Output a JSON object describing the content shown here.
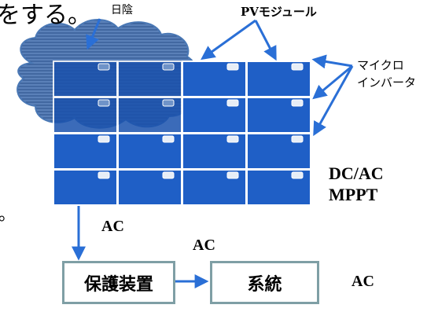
{
  "fragment_top": "をする。",
  "fragment_left": "。",
  "labels": {
    "shade": "日陰",
    "pv_module": "PVモジュール",
    "micro_inverter": [
      "マイクロ",
      "インバータ"
    ],
    "dcac": "DC/AC",
    "mppt": "MPPT",
    "ac_1": "AC",
    "ac_2": "AC",
    "ac_3": "AC"
  },
  "boxes": {
    "protection": "保護装置",
    "grid": "系統"
  },
  "colors": {
    "panel": "#1f5fc6",
    "panel_border": "#ffffff",
    "arrow": "#2a6fd6",
    "cloud": "#4a78b5",
    "box_border": "#7f9fa5"
  }
}
